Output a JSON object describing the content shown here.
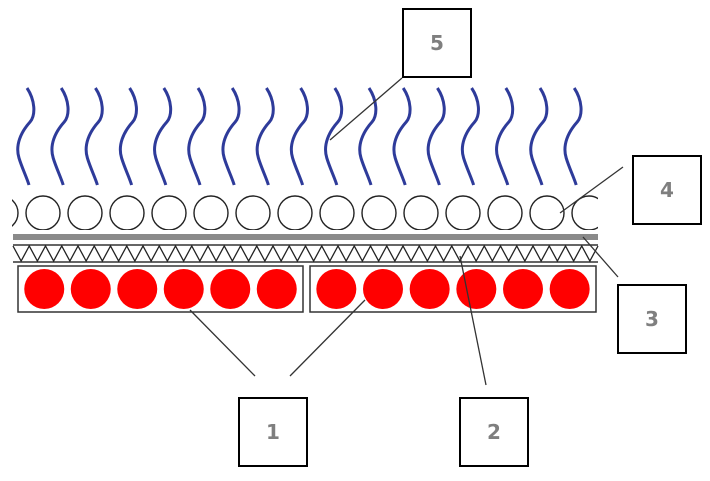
{
  "labels": [
    {
      "id": "1",
      "text": "1"
    },
    {
      "id": "2",
      "text": "2"
    },
    {
      "id": "3",
      "text": "3"
    },
    {
      "id": "4",
      "text": "4"
    },
    {
      "id": "5",
      "text": "5"
    }
  ],
  "layers": {
    "top_chains": {
      "count": 17,
      "color": "#2e3b9a"
    },
    "head_circles": {
      "count": 14,
      "color": "#000000"
    },
    "gray_bar": {
      "color": "#8a8a8a"
    },
    "zigzag_band": {
      "peaks": 36,
      "color": "#000000"
    },
    "red_groups": [
      {
        "count": 6
      },
      {
        "count": 6
      }
    ],
    "red_color": "#ff0000"
  }
}
